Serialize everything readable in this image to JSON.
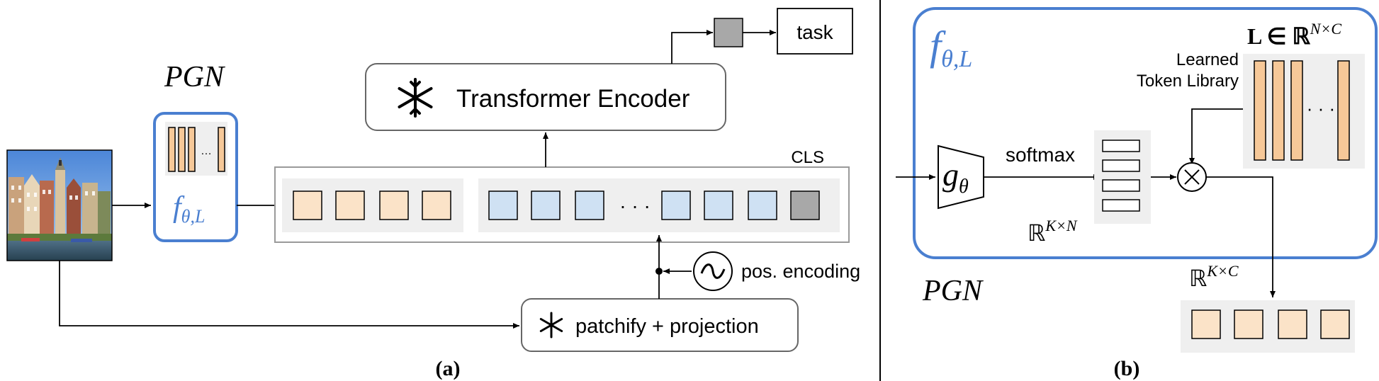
{
  "panel_a": {
    "pgn_label": "PGN",
    "pgn_fn_label": "f",
    "pgn_fn_sub": "θ,L",
    "pgn_dots": "…",
    "transformer_label": "Transformer Encoder",
    "task_label": "task",
    "cls_label": "CLS",
    "token_dots": "· · ·",
    "pos_encoding_label": "pos. encoding",
    "patchify_label": "patchify + projection",
    "caption": "(a)"
  },
  "panel_b": {
    "fn_label": "f",
    "fn_sub": "θ,L",
    "library_label_math": "L ∈ ℝ",
    "library_label_sup": "N×C",
    "library_desc_line1": "Learned",
    "library_desc_line2": "Token Library",
    "library_dots": "· · ·",
    "g_label": "g",
    "g_sub": "θ",
    "softmax_label": "softmax",
    "kn_label": "ℝ",
    "kn_sup": "K×N",
    "kc_label": "ℝ",
    "kc_sup": "K×C",
    "multiply_symbol": "×",
    "pgn_label": "PGN",
    "caption": "(b)"
  },
  "colors": {
    "pgn_blue": "#4a7fd0",
    "prompt_token": "#fbe3c8",
    "patch_token": "#cfe1f3",
    "cls_token": "#a8a8a8",
    "library_bar": "#f6c898",
    "group_bg": "#efefef"
  }
}
